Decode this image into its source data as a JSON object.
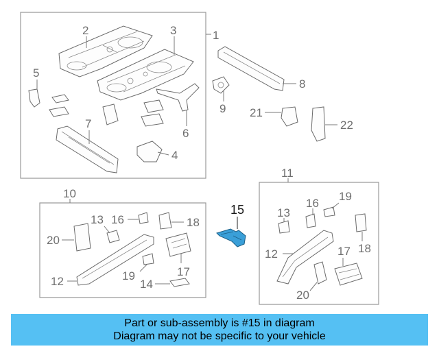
{
  "callouts": {
    "c1": "1",
    "c2": "2",
    "c3": "3",
    "c4": "4",
    "c5": "5",
    "c6": "6",
    "c7": "7",
    "c8": "8",
    "c9": "9",
    "c10": "10",
    "c11": "11",
    "c15": "15",
    "c21": "21",
    "c22": "22",
    "left": {
      "c12": "12",
      "c13": "13",
      "c14": "14",
      "c16": "16",
      "c17": "17",
      "c18": "18",
      "c19": "19",
      "c20": "20"
    },
    "right": {
      "c12": "12",
      "c13": "13",
      "c16": "16",
      "c17": "17",
      "c18": "18",
      "c19": "19",
      "c20": "20"
    }
  },
  "highlight": {
    "part": "15",
    "color": "#3a9fd8"
  },
  "banner": {
    "line1": "Part or sub-assembly is #15 in diagram",
    "line2": "Diagram may not be specific to your vehicle",
    "background": "#55c0f3"
  }
}
